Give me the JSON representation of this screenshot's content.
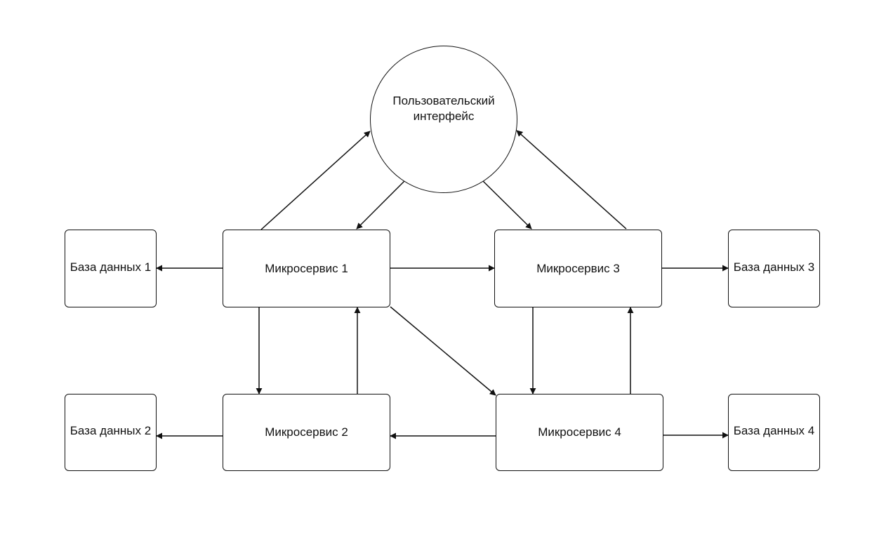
{
  "diagram": {
    "nodes": {
      "ui": {
        "label": "Пользовательский интерфейс"
      },
      "ms1": {
        "label": "Микросервис 1"
      },
      "ms2": {
        "label": "Микросервис 2"
      },
      "ms3": {
        "label": "Микросервис 3"
      },
      "ms4": {
        "label": "Микросервис 4"
      },
      "db1": {
        "label": "База данных 1"
      },
      "db2": {
        "label": "База данных 2"
      },
      "db3": {
        "label": "База данных 3"
      },
      "db4": {
        "label": "База данных 4"
      }
    },
    "edges": [
      {
        "from": "ms1",
        "to": "ui"
      },
      {
        "from": "ui",
        "to": "ms1"
      },
      {
        "from": "ui",
        "to": "ms3"
      },
      {
        "from": "ms3",
        "to": "ui"
      },
      {
        "from": "ms1",
        "to": "db1"
      },
      {
        "from": "ms1",
        "to": "ms3"
      },
      {
        "from": "ms3",
        "to": "db3"
      },
      {
        "from": "ms1",
        "to": "ms2"
      },
      {
        "from": "ms2",
        "to": "ms1"
      },
      {
        "from": "ms1",
        "to": "ms4"
      },
      {
        "from": "ms3",
        "to": "ms4"
      },
      {
        "from": "ms4",
        "to": "ms3"
      },
      {
        "from": "ms2",
        "to": "db2"
      },
      {
        "from": "ms4",
        "to": "ms2"
      },
      {
        "from": "ms4",
        "to": "db4"
      }
    ],
    "colors": {
      "stroke": "#111111",
      "background": "#ffffff"
    }
  }
}
